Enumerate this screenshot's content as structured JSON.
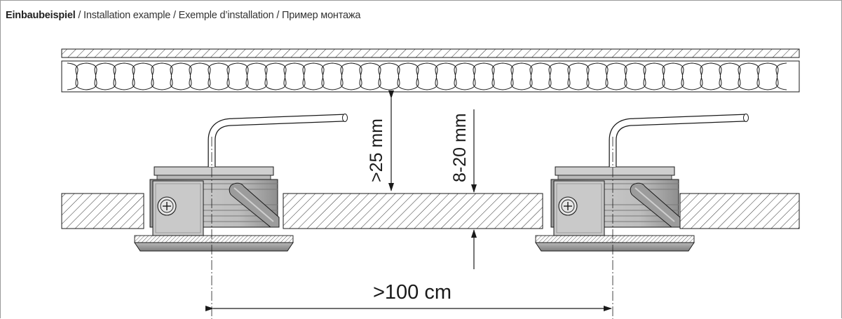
{
  "caption": {
    "lead": "Einbaubeispiel",
    "rest": " / Installation example / Exemple d’installation / Пример монтажа"
  },
  "dimensions": {
    "clearance_above": ">25 mm",
    "ceiling_thickness": "8-20 mm",
    "spacing": ">100 cm"
  },
  "colors": {
    "line": "#1a1a1a",
    "housing_light": "#d2d2d2",
    "housing_mid": "#a9a9a9",
    "housing_dark": "#8a8a8a"
  }
}
